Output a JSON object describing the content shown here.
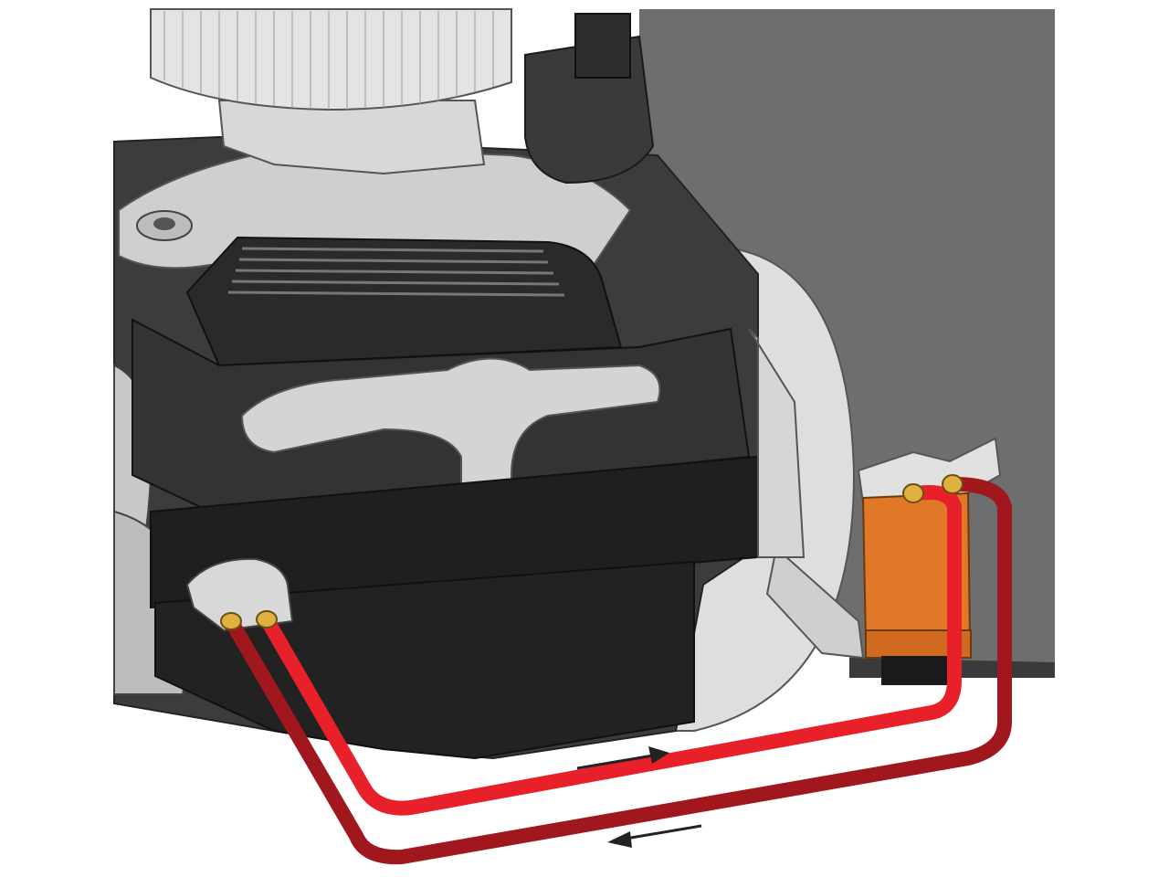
{
  "diagram": {
    "subject": "engine-remote-oil-filter",
    "colors": {
      "background": "#ffffff",
      "wall": "#6e6e6e",
      "engine_block": "#3c3c3c",
      "valve_cover": "#2a2a2a",
      "aluminum": "#d4d4d4",
      "oil_filter": "#e07828",
      "hose_light": "#e8202a",
      "hose_dark": "#a0181e",
      "fitting": "#e0b040",
      "arrow": "#222222"
    },
    "arrows": [
      {
        "direction": "right",
        "meaning": "flow-to-filter"
      },
      {
        "direction": "left",
        "meaning": "flow-return"
      }
    ]
  }
}
